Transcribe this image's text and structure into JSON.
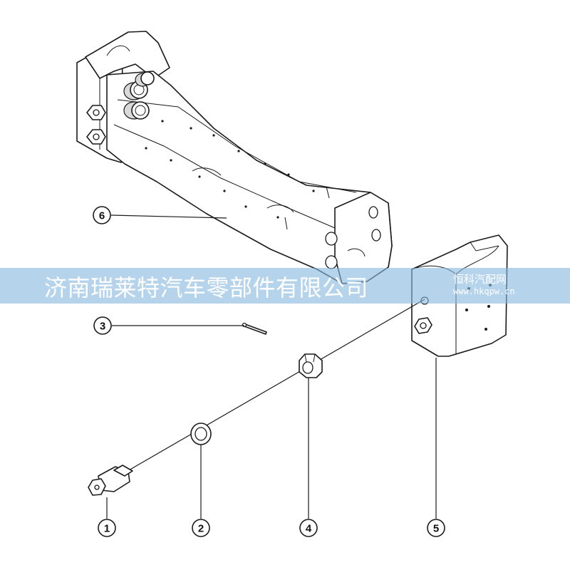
{
  "callouts": [
    {
      "id": "callout-1",
      "label": "1"
    },
    {
      "id": "callout-2",
      "label": "2"
    },
    {
      "id": "callout-3",
      "label": "3"
    },
    {
      "id": "callout-4",
      "label": "4"
    },
    {
      "id": "callout-5",
      "label": "5"
    },
    {
      "id": "callout-6",
      "label": "6"
    }
  ],
  "banner": {
    "text": "济南瑞莱特汽车零部件有限公司",
    "color": "#87b9e1"
  },
  "watermark": {
    "cn": "恒科汽配网",
    "url": "www.hkqpw.cn"
  }
}
